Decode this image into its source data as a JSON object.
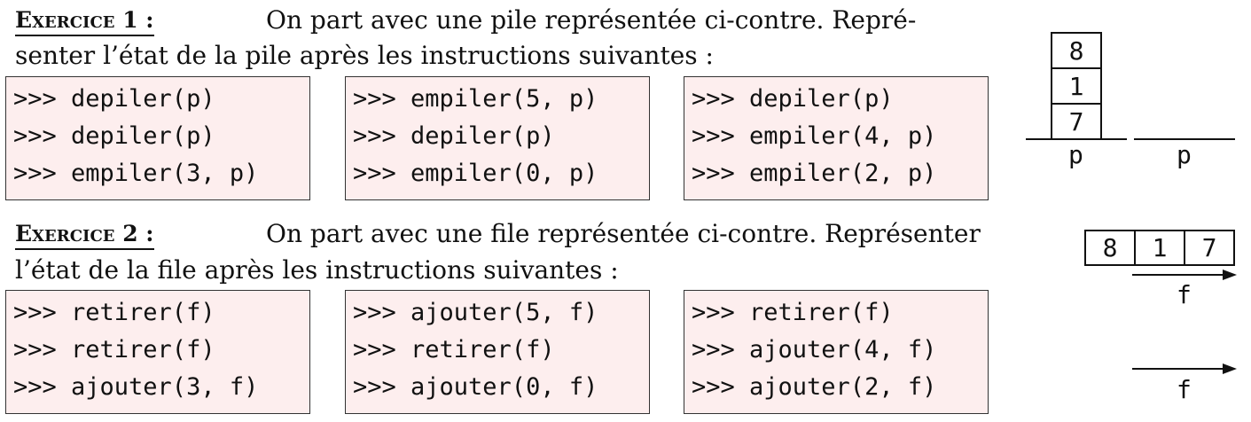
{
  "ex1": {
    "title": "Exercice 1 :",
    "line1": "On part avec une pile représentée ci-contre. Repré-",
    "line2": "senter l’état de la pile après les instructions suivantes :",
    "boxes": [
      [
        ">>> depiler(p)",
        ">>> depiler(p)",
        ">>> empiler(3, p)"
      ],
      [
        ">>> empiler(5, p)",
        ">>> depiler(p)",
        ">>> empiler(0, p)"
      ],
      [
        ">>> depiler(p)",
        ">>> empiler(4, p)",
        ">>> empiler(2, p)"
      ]
    ],
    "stack_values": [
      "8",
      "1",
      "7"
    ],
    "stack_label": "p",
    "empty_stack_label": "p"
  },
  "ex2": {
    "title": "Exercice 2 :",
    "line1": "On part avec une file représentée ci-contre. Représenter",
    "line2": "l’état de la file après les instructions suivantes :",
    "boxes": [
      [
        ">>> retirer(f)",
        ">>> retirer(f)",
        ">>> ajouter(3, f)"
      ],
      [
        ">>> ajouter(5, f)",
        ">>> retirer(f)",
        ">>> ajouter(0, f)"
      ],
      [
        ">>> retirer(f)",
        ">>> ajouter(4, f)",
        ">>> ajouter(2, f)"
      ]
    ],
    "queue_values": [
      "8",
      "1",
      "7"
    ],
    "queue_label": "f",
    "empty_queue_label": "f"
  }
}
